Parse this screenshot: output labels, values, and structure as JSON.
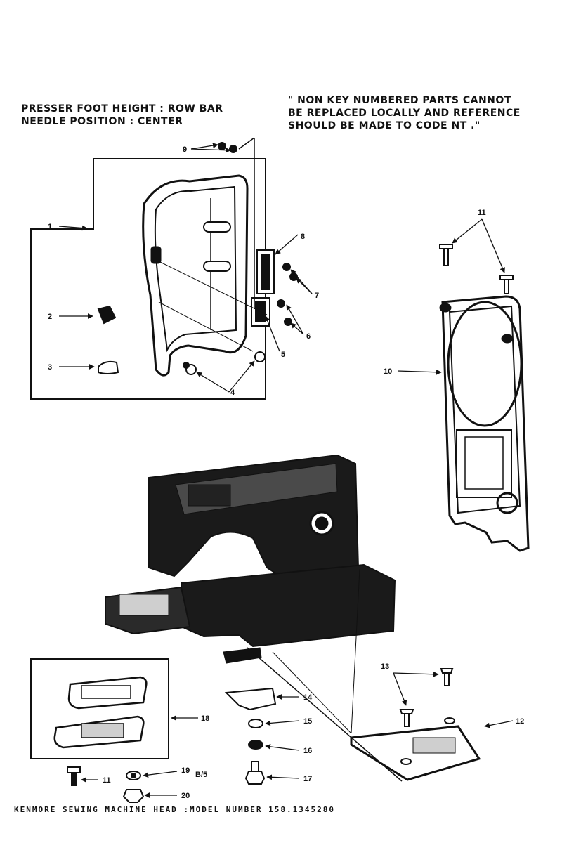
{
  "notes": {
    "presser_foot_height": "PRESSER FOOT HEIGHT : ROW BAR",
    "needle_position": "NEEDLE POSITION : CENTER",
    "non_key_line1": "\" NON KEY NUMBERED PARTS CANNOT",
    "non_key_line2": "BE REPLACED LOCALLY AND REFERENCE",
    "non_key_line3": "SHOULD BE MADE TO CODE NT .\""
  },
  "footer": "KENMORE SEWING MACHINE HEAD :MODEL NUMBER 158.1345280",
  "callouts": {
    "c1": "1",
    "c2": "2",
    "c3": "3",
    "c4": "4",
    "c5": "5",
    "c6": "6",
    "c7": "7",
    "c8": "8",
    "c9": "9",
    "c10": "10",
    "c11a": "11",
    "c11b": "11",
    "c12": "12",
    "c13": "13",
    "c14": "14",
    "c15": "15",
    "c16": "16",
    "c17": "17",
    "c18": "18",
    "c19": "19",
    "c19_suffix": "B/5",
    "c20": "20"
  }
}
